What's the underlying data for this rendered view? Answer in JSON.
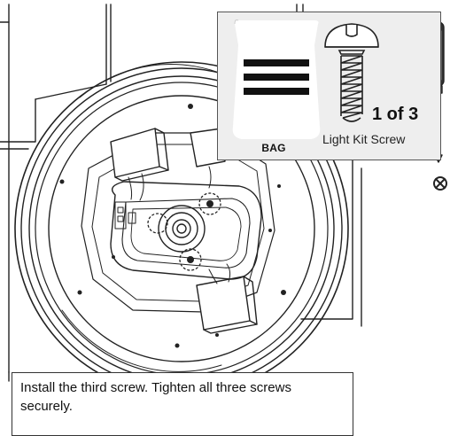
{
  "hardware": {
    "bag_label": "BAG",
    "count_label": "1 of 3",
    "item_name": "Light Kit Screw"
  },
  "instruction": {
    "text": "Install the third screw. Tighten all three screws securely."
  },
  "icons": {
    "screwdriver": "screwdriver-icon",
    "do_not": "prohibited-icon",
    "screw": "screw-icon",
    "bag": "hardware-bag-icon"
  },
  "colors": {
    "line": "#222222",
    "panel_fill": "#eeeeee"
  }
}
